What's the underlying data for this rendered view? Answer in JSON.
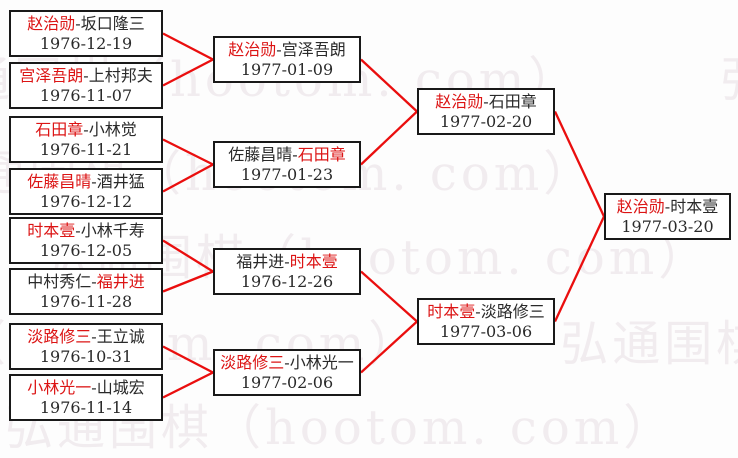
{
  "watermark": {
    "text": "弘通围棋（hootom. com）"
  },
  "separator": "-",
  "colors": {
    "winner_text": "#dc1414",
    "connector_line": "#ea0e0e",
    "box_border": "#191919"
  },
  "rounds": [
    {
      "name": "round-1",
      "matches": [
        {
          "p1": "赵治勋",
          "p2": "坂口隆三",
          "date": "1976-12-19",
          "winner": 1
        },
        {
          "p1": "宫泽吾朗",
          "p2": "上村邦夫",
          "date": "1976-11-07",
          "winner": 1
        },
        {
          "p1": "石田章",
          "p2": "小林觉",
          "date": "1976-11-21",
          "winner": 1
        },
        {
          "p1": "佐藤昌晴",
          "p2": "酒井猛",
          "date": "1976-12-12",
          "winner": 1
        },
        {
          "p1": "时本壹",
          "p2": "小林千寿",
          "date": "1976-12-05",
          "winner": 1
        },
        {
          "p1": "中村秀仁",
          "p2": "福井进",
          "date": "1976-11-28",
          "winner": 2
        },
        {
          "p1": "淡路修三",
          "p2": "王立诚",
          "date": "1976-10-31",
          "winner": 1
        },
        {
          "p1": "小林光一",
          "p2": "山城宏",
          "date": "1976-11-14",
          "winner": 1
        }
      ]
    },
    {
      "name": "round-2",
      "matches": [
        {
          "p1": "赵治勋",
          "p2": "宫泽吾朗",
          "date": "1977-01-09",
          "winner": 1
        },
        {
          "p1": "佐藤昌晴",
          "p2": "石田章",
          "date": "1977-01-23",
          "winner": 2
        },
        {
          "p1": "福井进",
          "p2": "时本壹",
          "date": "1976-12-26",
          "winner": 2
        },
        {
          "p1": "淡路修三",
          "p2": "小林光一",
          "date": "1977-02-06",
          "winner": 1
        }
      ]
    },
    {
      "name": "semifinals",
      "matches": [
        {
          "p1": "赵治勋",
          "p2": "石田章",
          "date": "1977-02-20",
          "winner": 1
        },
        {
          "p1": "时本壹",
          "p2": "淡路修三",
          "date": "1977-03-06",
          "winner": 1
        }
      ]
    },
    {
      "name": "final",
      "matches": [
        {
          "p1": "赵治勋",
          "p2": "时本壹",
          "date": "1977-03-20",
          "winner": 1
        }
      ]
    }
  ]
}
